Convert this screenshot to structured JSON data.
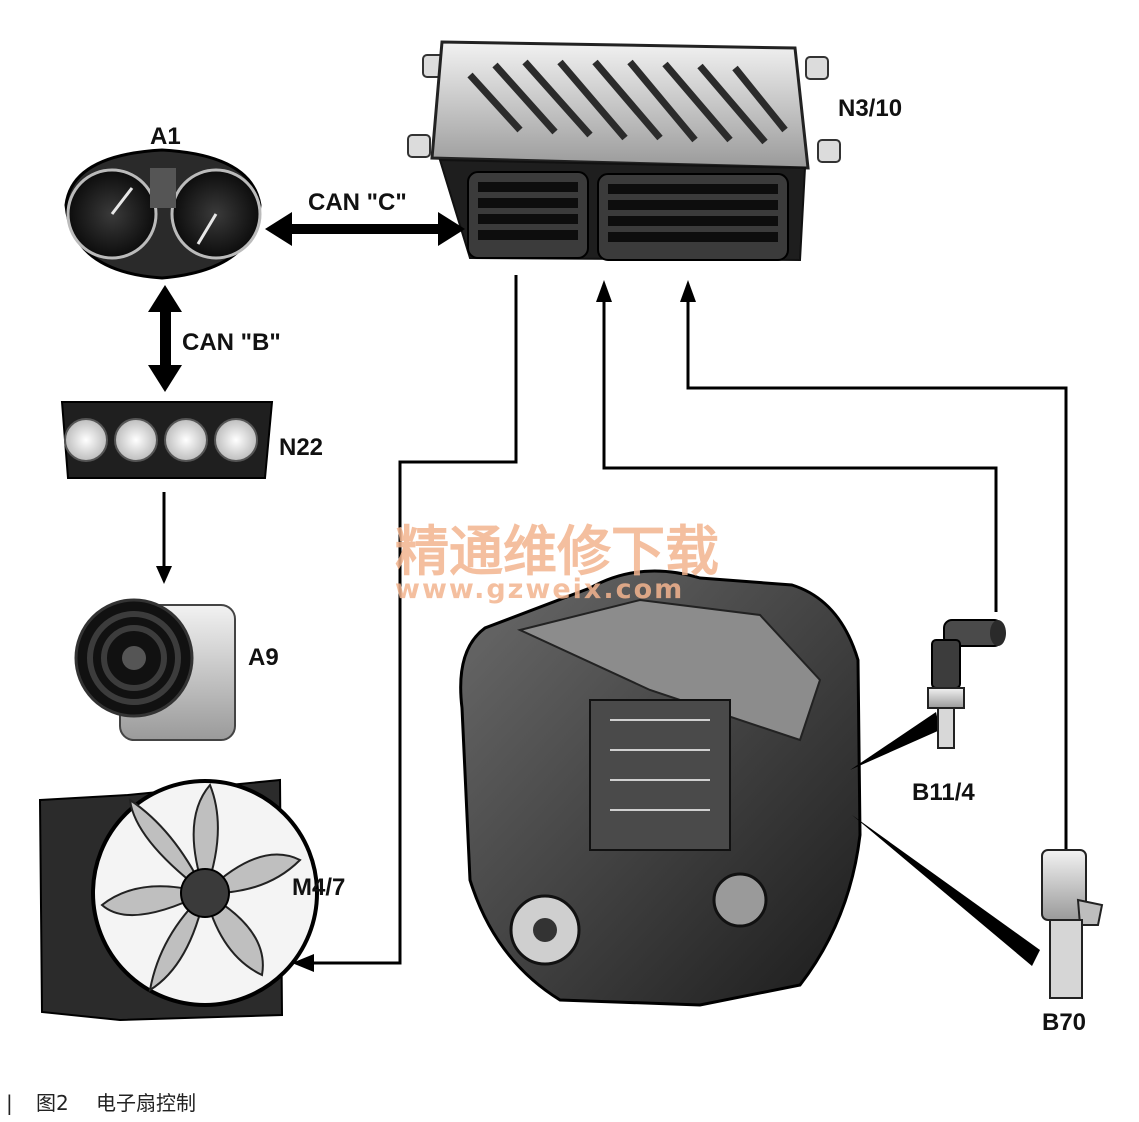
{
  "components": {
    "ecu": {
      "label": "N3/10"
    },
    "cluster": {
      "label": "A1"
    },
    "sam": {
      "label": "N22"
    },
    "compressor": {
      "label": "A9"
    },
    "fan": {
      "label": "M4/7"
    },
    "coolant_sensor": {
      "label": "B11/4"
    },
    "pressure_sensor": {
      "label": "B70"
    }
  },
  "buses": {
    "can_c": "CAN \"C\"",
    "can_b": "CAN \"B\""
  },
  "watermark": {
    "line1": "精通维修下载",
    "line2": "www.gzweix.com"
  },
  "caption": {
    "mark": "|",
    "figure": "图2",
    "title": "电子扇控制"
  }
}
